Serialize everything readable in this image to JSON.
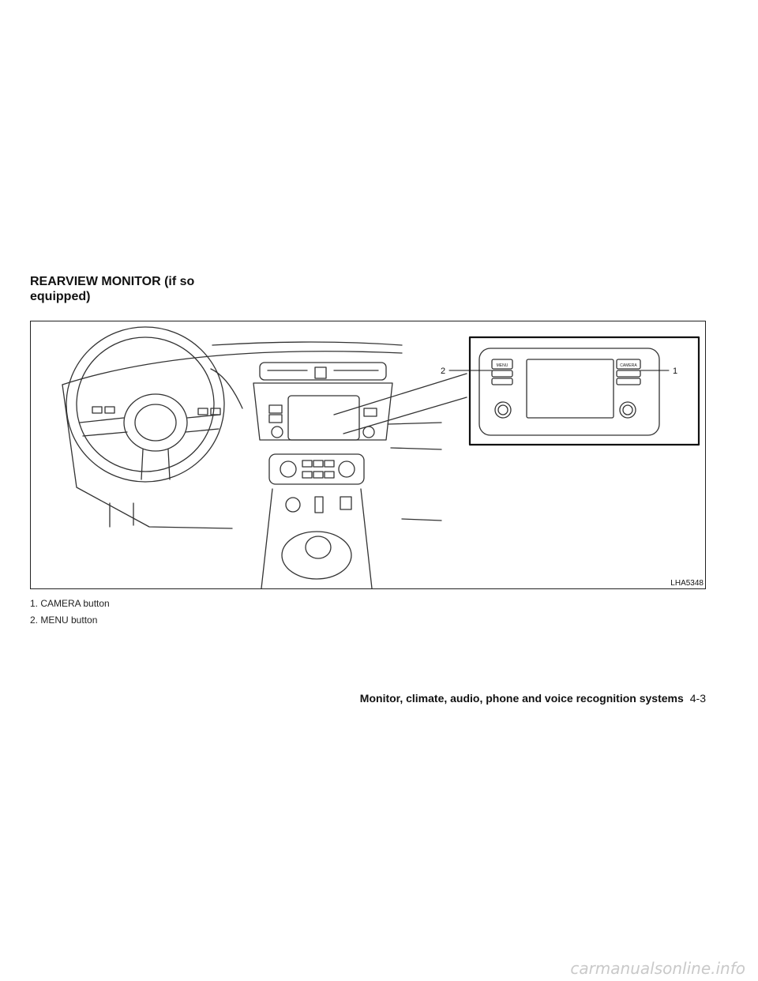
{
  "section": {
    "heading": "REARVIEW MONITOR (if so equipped)"
  },
  "figure": {
    "code": "LHA5348",
    "callouts": [
      {
        "number": "1",
        "target": "CAMERA"
      },
      {
        "number": "2",
        "target": "MENU"
      }
    ],
    "button_labels": {
      "menu": "MENU",
      "camera": "CAMERA"
    }
  },
  "captions": [
    {
      "text": "1.  CAMERA button"
    },
    {
      "text": "2.  MENU button"
    }
  ],
  "footer": {
    "title": "Monitor, climate, audio, phone and voice recognition systems",
    "page": "4-3"
  },
  "watermark": "carmanualsonline.info"
}
